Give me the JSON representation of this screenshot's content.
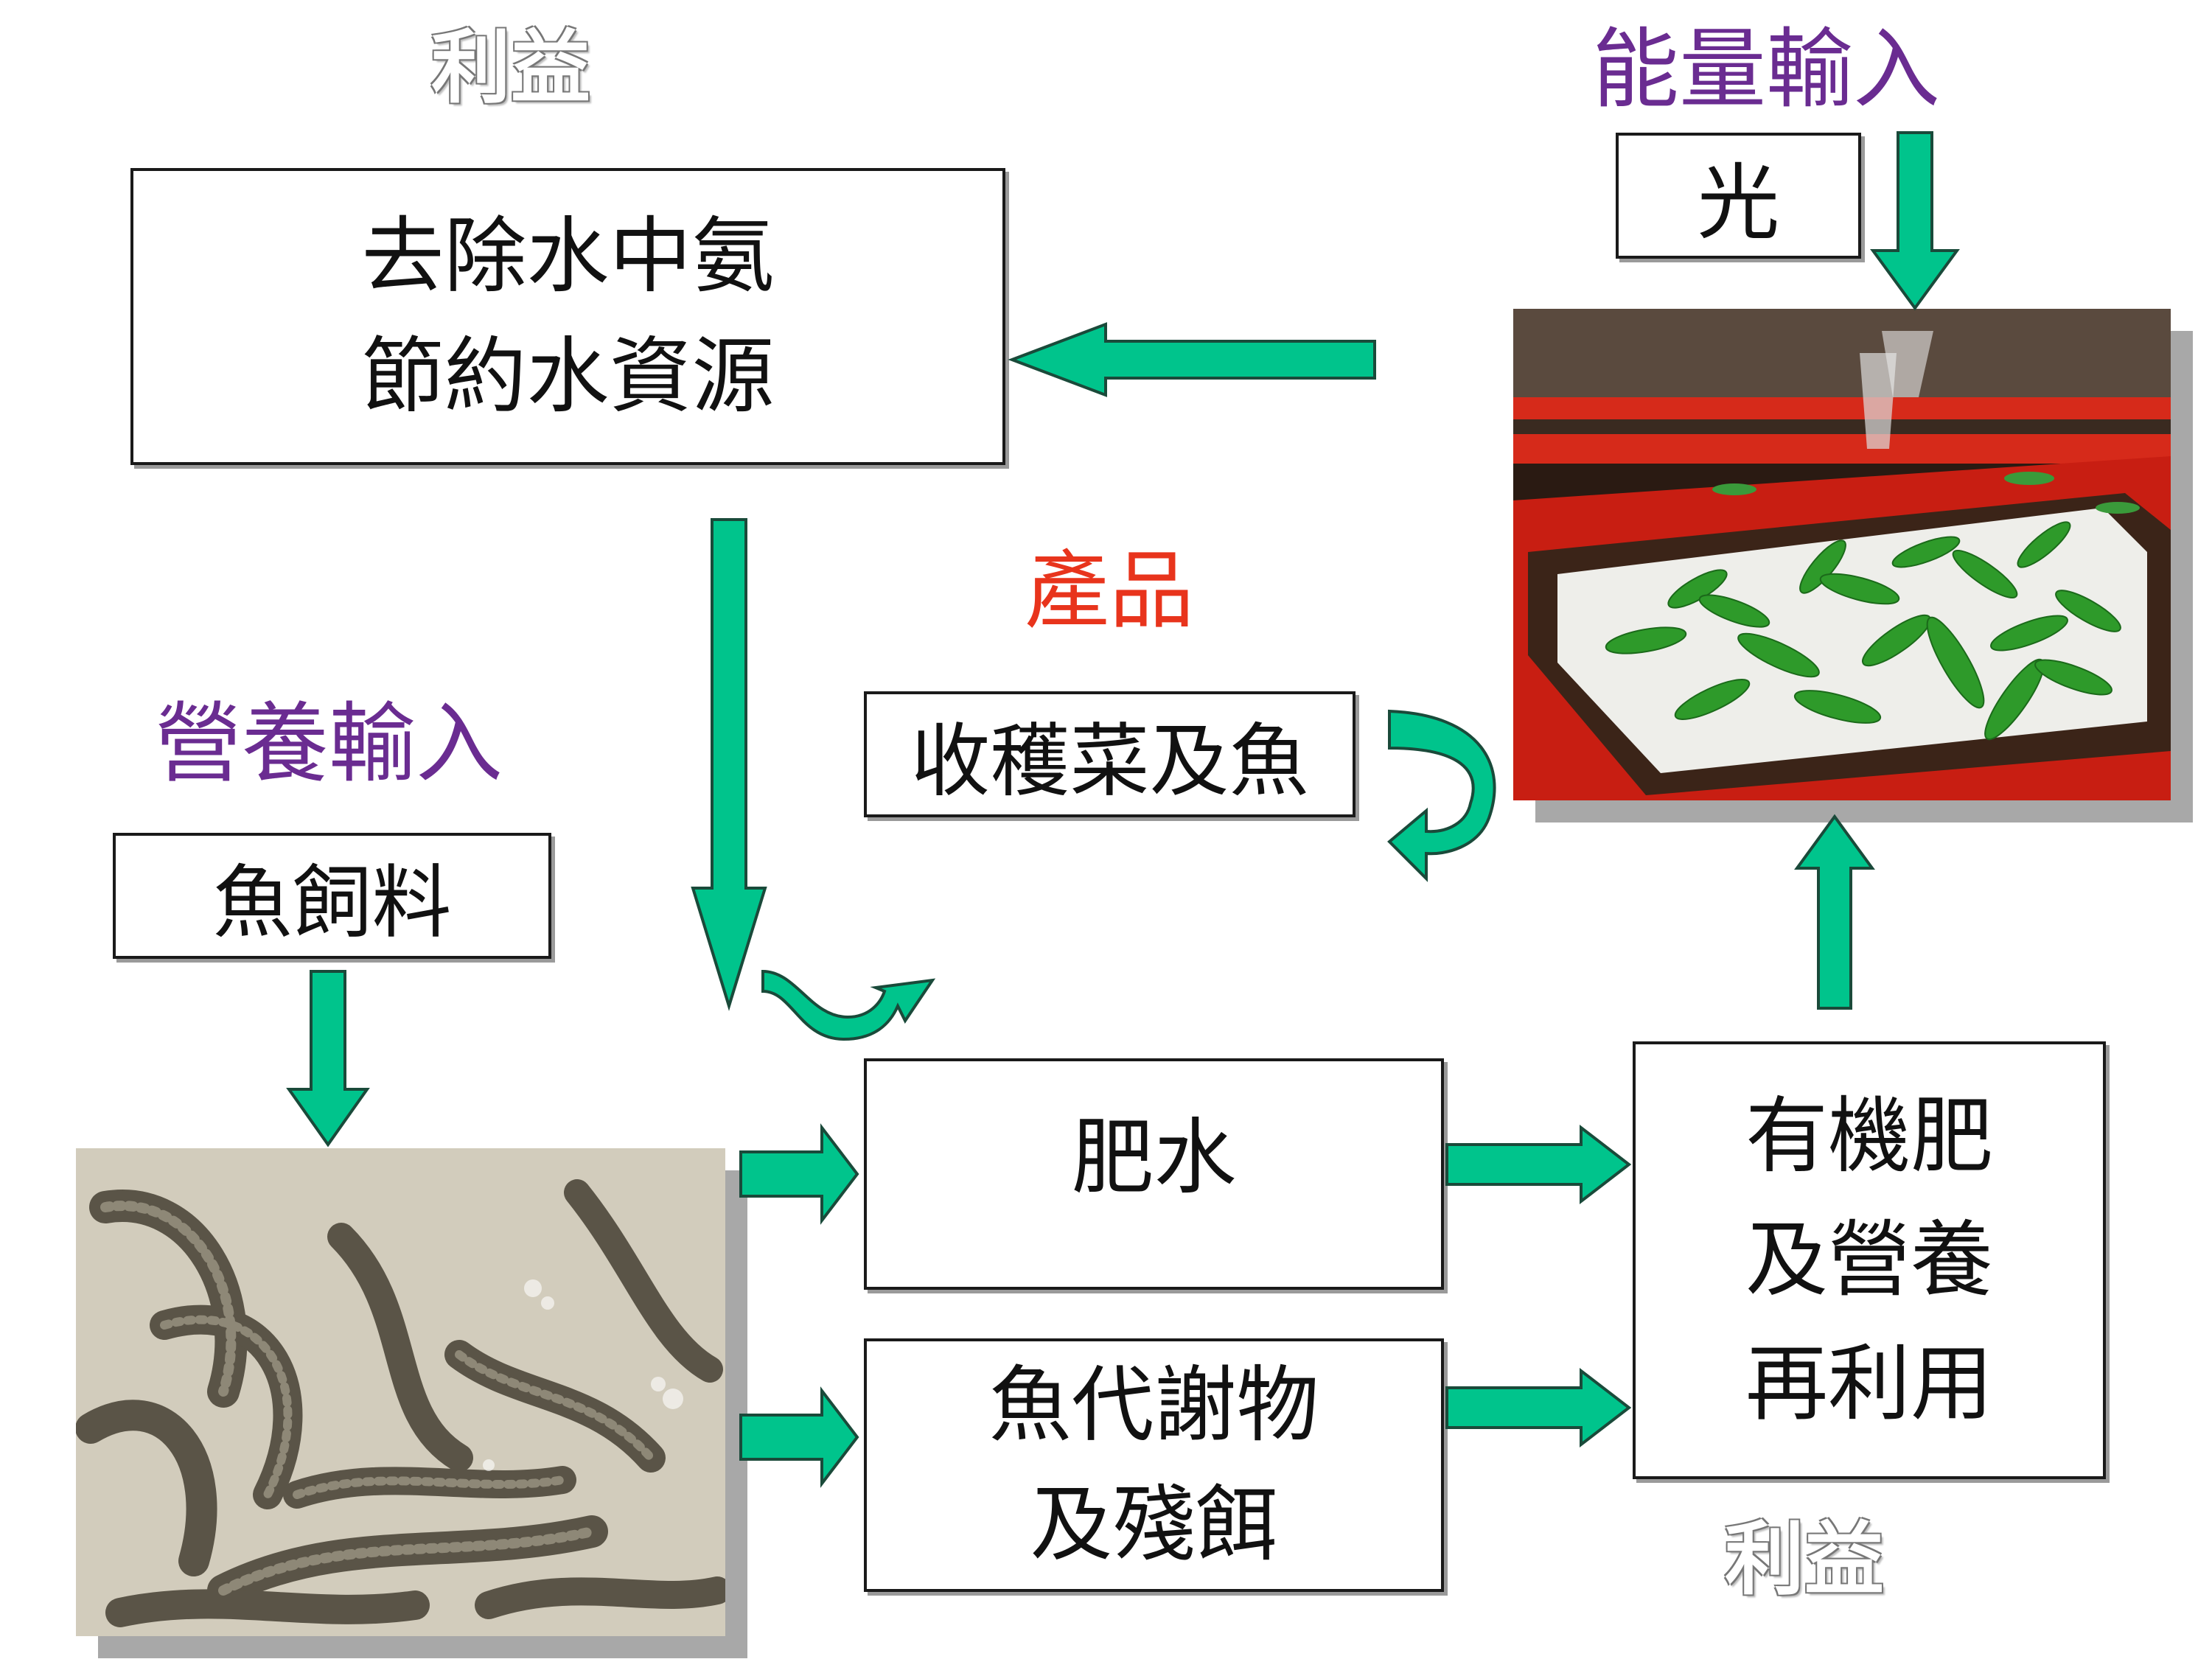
{
  "labels": {
    "benefit_top": "利益",
    "benefit_bottom": "利益",
    "energy_input": "能量輸入",
    "nutrient_input": "營養輸入",
    "product": "產品"
  },
  "boxes": {
    "remove_ammonia": {
      "line1": "去除水中氨",
      "line2": "節約水資源"
    },
    "light": "光",
    "harvest": "收穫菜及魚",
    "fish_feed": "魚飼料",
    "fertile_water": "肥水",
    "fish_waste": {
      "line1": "魚代謝物",
      "line2": "及殘餌"
    },
    "organic_fertilizer": {
      "line1": "有機肥",
      "line2": "及營養",
      "line3": "再利用"
    }
  },
  "colors": {
    "arrow_fill": "#00c48c",
    "arrow_stroke": "#1a4a3a",
    "purple_text": "#6a2c91",
    "red_text": "#e8341c"
  },
  "images": {
    "plants": "hydroponic-fern-tanks-photo",
    "fish": "loach-fish-in-water-photo"
  }
}
